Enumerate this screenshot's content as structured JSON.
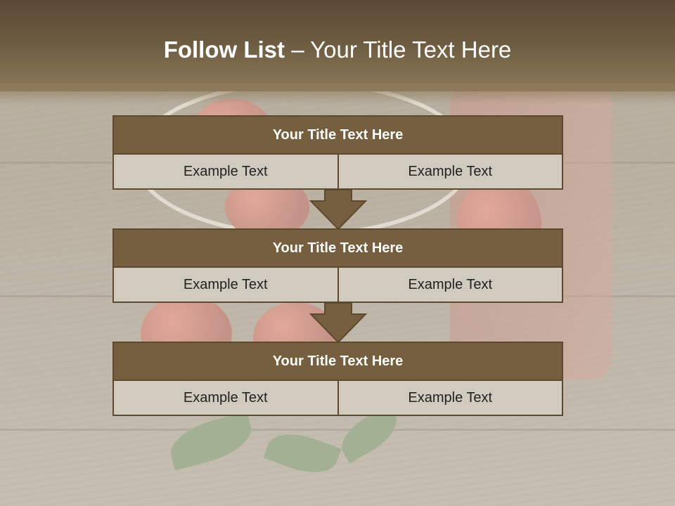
{
  "slide": {
    "title_bold": "Follow List",
    "title_rest": " – Your Title Text Here"
  },
  "blocks": [
    {
      "header": "Your Title Text Here",
      "cells": [
        "Example Text",
        "Example Text"
      ]
    },
    {
      "header": "Your Title Text Here",
      "cells": [
        "Example Text",
        "Example Text"
      ]
    },
    {
      "header": "Your Title Text Here",
      "cells": [
        "Example Text",
        "Example Text"
      ]
    }
  ],
  "colors": {
    "header_fill": "#765f3e",
    "border": "#5b4a30",
    "cell_fill": "#d0cabf",
    "arrow_fill": "#765f3e"
  },
  "icons": [
    "down-arrow-icon"
  ]
}
